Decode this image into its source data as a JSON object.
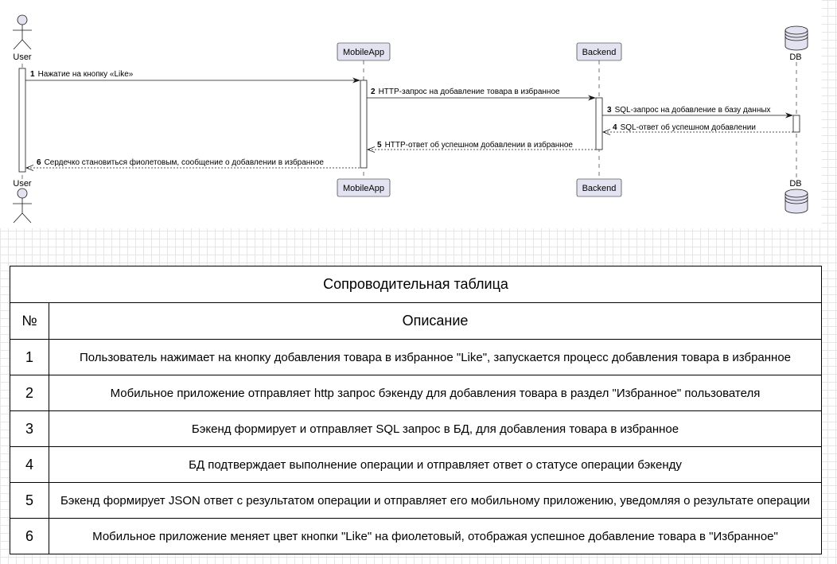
{
  "diagram": {
    "participants": [
      {
        "id": "user",
        "label": "User",
        "kind": "actor"
      },
      {
        "id": "mobile",
        "label": "MobileApp",
        "kind": "participant"
      },
      {
        "id": "backend",
        "label": "Backend",
        "kind": "participant"
      },
      {
        "id": "db",
        "label": "DB",
        "kind": "database"
      }
    ],
    "messages": [
      {
        "num": "1",
        "text": "Нажатие на кнопку «Like»",
        "from": "user",
        "to": "mobile",
        "style": "solid"
      },
      {
        "num": "2",
        "text": "HTTP-запрос на добавление товара в избранное",
        "from": "mobile",
        "to": "backend",
        "style": "solid"
      },
      {
        "num": "3",
        "text": "SQL-запрос на добавление в базу данных",
        "from": "backend",
        "to": "db",
        "style": "solid"
      },
      {
        "num": "4",
        "text": "SQL-ответ об успешном добавлении",
        "from": "db",
        "to": "backend",
        "style": "dashed"
      },
      {
        "num": "5",
        "text": "HTTP-ответ об успешном добавлении в избранное",
        "from": "backend",
        "to": "mobile",
        "style": "dashed"
      },
      {
        "num": "6",
        "text": "Сердечко становиться фиолетовым, сообщение о добавлении в избранное",
        "from": "mobile",
        "to": "user",
        "style": "dashed"
      }
    ]
  },
  "table": {
    "title": "Сопроводительная таблица",
    "col_num": "№",
    "col_desc": "Описание",
    "rows": [
      {
        "num": "1",
        "desc": "Пользователь нажимает на кнопку добавления товара в избранное \"Like\", запускается процесс добавления товара в избранное"
      },
      {
        "num": "2",
        "desc": "Мобильное приложение отправляет http запрос бэкенду для добавления товара в раздел \"Избранное\" пользователя"
      },
      {
        "num": "3",
        "desc": "Бэкенд формирует и отправляет SQL запрос в БД, для добавления товара в избранное"
      },
      {
        "num": "4",
        "desc": "БД подтверждает выполнение операции и отправляет ответ о статусе операции бэкенду"
      },
      {
        "num": "5",
        "desc": "Бэкенд формирует JSON ответ с результатом операции и отправляет его мобильному приложению, уведомляя о результате операции"
      },
      {
        "num": "6",
        "desc": "Мобильное приложение меняет цвет кнопки \"Like\" на фиолетовый, отображая успешное добавление товара в \"Избранное\""
      }
    ]
  }
}
